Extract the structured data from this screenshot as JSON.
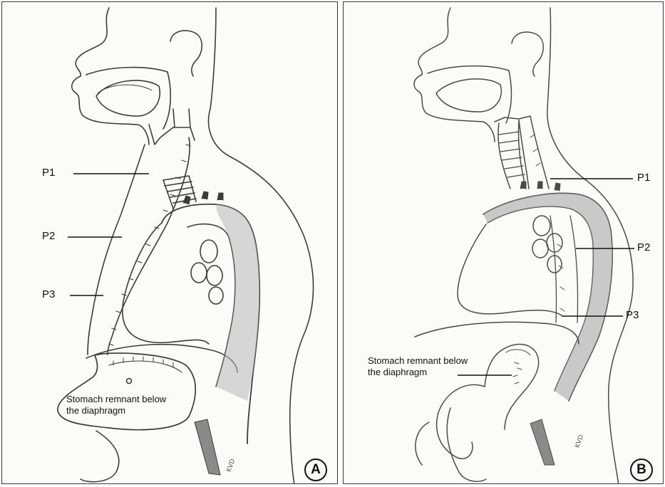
{
  "panels": [
    {
      "labels": [
        "P1",
        "P2",
        "P3"
      ],
      "note_line1": "Stomach remnant below",
      "note_line2": "the diaphragm",
      "signature": "KVD",
      "badge": "A"
    },
    {
      "labels": [
        "P1",
        "P2",
        "P3"
      ],
      "note_line1": "Stomach remnant below",
      "note_line2": "the diaphragm",
      "signature": "KVD",
      "badge": "B"
    }
  ],
  "colors": {
    "pencil": "#3c3c3c",
    "shade": "#8a8a8a",
    "light_shade": "#c8c8c8",
    "background": "#fbfbfa"
  }
}
